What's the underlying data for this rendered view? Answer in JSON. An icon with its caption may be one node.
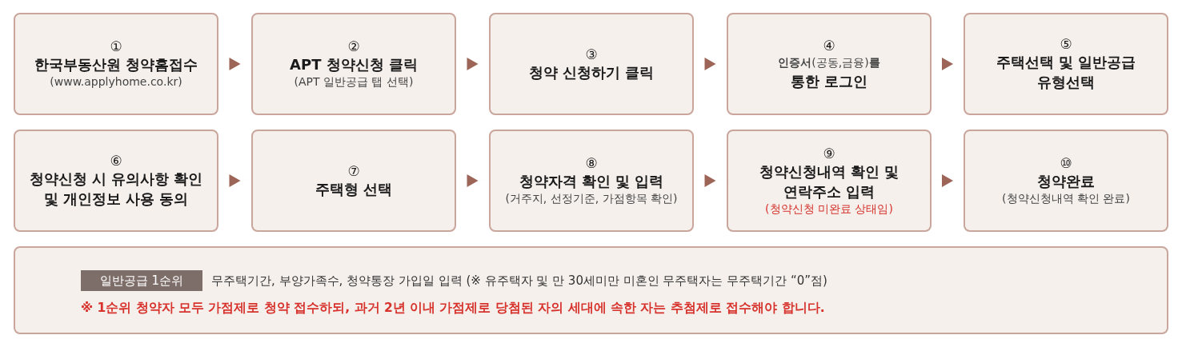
{
  "diagram": {
    "nodes": [
      {
        "text": [
          "①",
          "한국부동산원 청약홈접수",
          "(www.applyhome.co.kr)"
        ]
      },
      {
        "text": [
          "②",
          "APT 청약신청 클릭",
          "(APT 일반공급 탭 선택)"
        ]
      },
      {
        "text": [
          "③",
          "청약 신청하기 클릭"
        ]
      },
      {
        "text": [
          "④",
          "**인증서**(공동,금융)**를**",
          "통한 로그인"
        ]
      },
      {
        "text": [
          "⑤",
          "주택선택 및 일반공급 유형선택"
        ]
      },
      {
        "text": [
          "⑥",
          "청약신청 시 유의사항 확인 및 개인정보 사용 동의"
        ]
      },
      {
        "text": [
          "⑦",
          "주택형 선택"
        ]
      },
      {
        "text": [
          "⑧",
          "청약자격 확인 및 입력",
          "(거주지, 선정기준, 가점항목 확인)"
        ]
      },
      {
        "text": [
          "⑨",
          "청약신청내역 확인 및 연락주소 입력",
          "(청약신청 미완료 상태임)"
        ]
      },
      {
        "text": [
          "⑩",
          "청약완료",
          "(청약신청내역 확인 완료)"
        ]
      },
      {
        "text": [
          "무주택기간, 부양가족수, 청약통장 가입일 입력 (※ 유주택자 및 만 30세미만 미혼인 무주택자는 무주택기간 “0”점)",
          "※ 1순위 청약자 모두 가점제로 청약 접수하되, 과거 2년 이내 가점제로 당첨된 자의 세대에 속한 자는 추첨제로 접수해야 합니다."
        ]
      },
      {
        "text": [
          "일반공급 1순위"
        ],
        "in": 10
      }
    ],
    "edges": [
      {
        "from": 0,
        "to": 1,
        "arrow": "to"
      },
      {
        "from": 1,
        "to": 2,
        "arrow": "to"
      },
      {
        "from": 2,
        "to": 3,
        "arrow": "to"
      },
      {
        "from": 3,
        "to": 4,
        "arrow": "to"
      },
      {
        "from": 5,
        "to": 6,
        "arrow": "to"
      },
      {
        "from": 6,
        "to": 7,
        "arrow": "to"
      },
      {
        "from": 7,
        "to": 8,
        "arrow": "to"
      },
      {
        "from": 8,
        "to": 9,
        "arrow": "to"
      }
    ]
  }
}
